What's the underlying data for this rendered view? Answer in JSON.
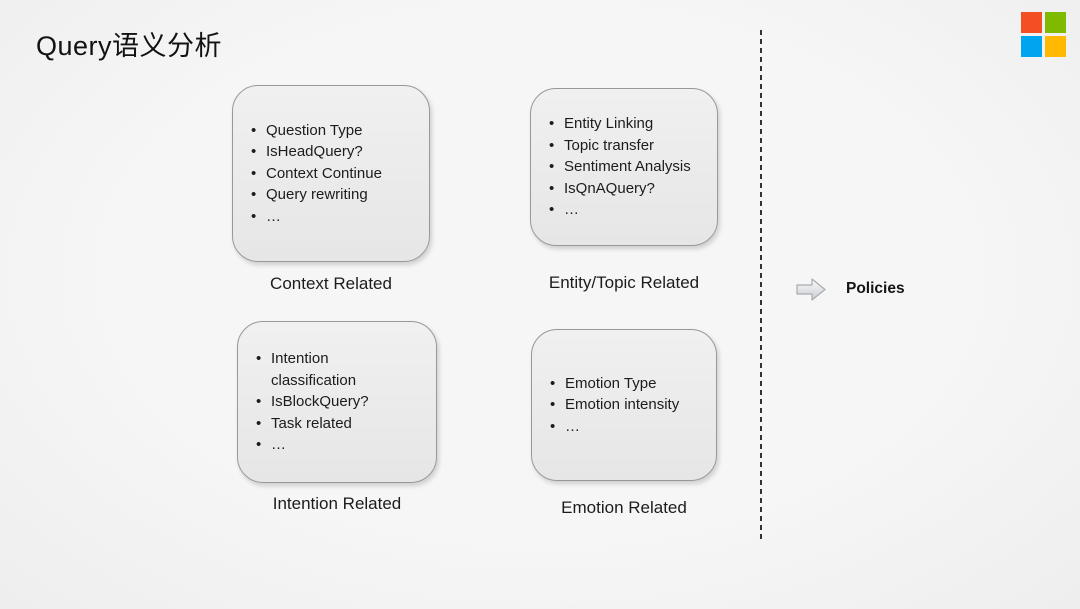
{
  "title": "Query语义分析",
  "logo": {
    "name": "microsoft-logo",
    "colors": {
      "red": "#f25022",
      "green": "#7fba00",
      "blue": "#00a4ef",
      "yellow": "#ffb900"
    }
  },
  "boxes": [
    {
      "label": "Context Related",
      "items": [
        "Question Type",
        "IsHeadQuery?",
        "Context Continue",
        "Query rewriting",
        "…"
      ]
    },
    {
      "label": "Entity/Topic Related",
      "items": [
        "Entity Linking",
        "Topic transfer",
        "Sentiment Analysis",
        "IsQnAQuery?",
        "…"
      ]
    },
    {
      "label": "Intention Related",
      "items": [
        "Intention classification",
        "IsBlockQuery?",
        "Task related",
        "…"
      ]
    },
    {
      "label": "Emotion Related",
      "items": [
        "Emotion Type",
        "Emotion intensity",
        "…"
      ]
    }
  ],
  "policies_label": "Policies",
  "colors": {
    "background": "#f2f2f2",
    "card_fill_top": "#f0f0f0",
    "card_fill_bottom": "#e6e6e6",
    "card_border": "#97989a",
    "text": "#1c1c1c",
    "separator": "#333333",
    "arrow_fill": "#e8eaed",
    "arrow_border": "#a8abb0"
  }
}
